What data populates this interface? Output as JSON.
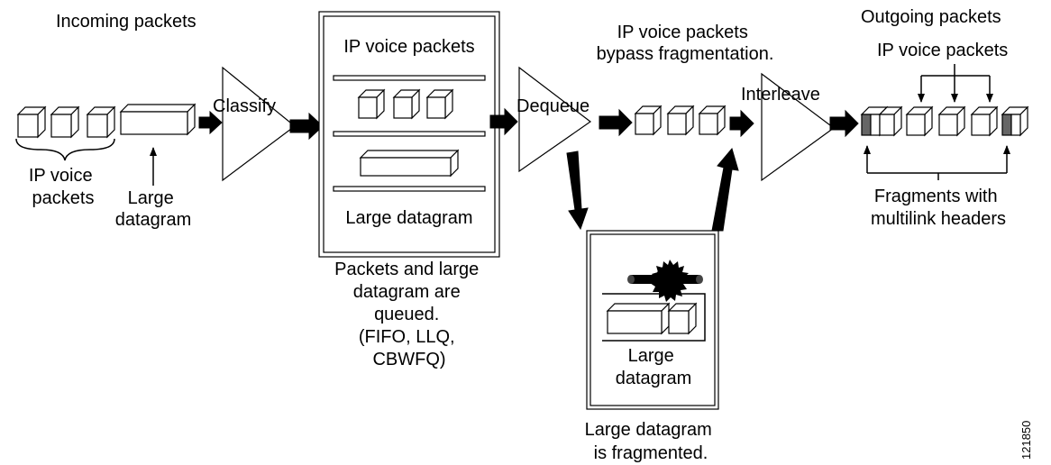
{
  "labels": {
    "incoming_packets": "Incoming packets",
    "ip_voice_packets_left_line1": "IP voice",
    "ip_voice_packets_left_line2": "packets",
    "large_datagram_left_line1": "Large",
    "large_datagram_left_line2": "datagram",
    "classify": "Classify",
    "queue_ip_voice": "IP voice packets",
    "queue_large_datagram": "Large datagram",
    "queue_caption_line1": "Packets and large",
    "queue_caption_line2": "datagram are",
    "queue_caption_line3": "queued.",
    "queue_caption_line4": "(FIFO, LLQ,",
    "queue_caption_line5": "CBWFQ)",
    "dequeue": "Dequeue",
    "bypass_line1": "IP voice packets",
    "bypass_line2": "bypass fragmentation.",
    "interleave": "Interleave",
    "frag_box_line1": "Large",
    "frag_box_line2": "datagram",
    "frag_caption_line1": "Large datagram",
    "frag_caption_line2": "is fragmented.",
    "outgoing_packets": "Outgoing packets",
    "outgoing_ip_voice": "IP voice packets",
    "fragments_line1": "Fragments with",
    "fragments_line2": "multilink headers",
    "figure_id": "121850"
  },
  "colors": {
    "multilink_header": "#666666",
    "outline": "#000000",
    "background": "#ffffff"
  }
}
